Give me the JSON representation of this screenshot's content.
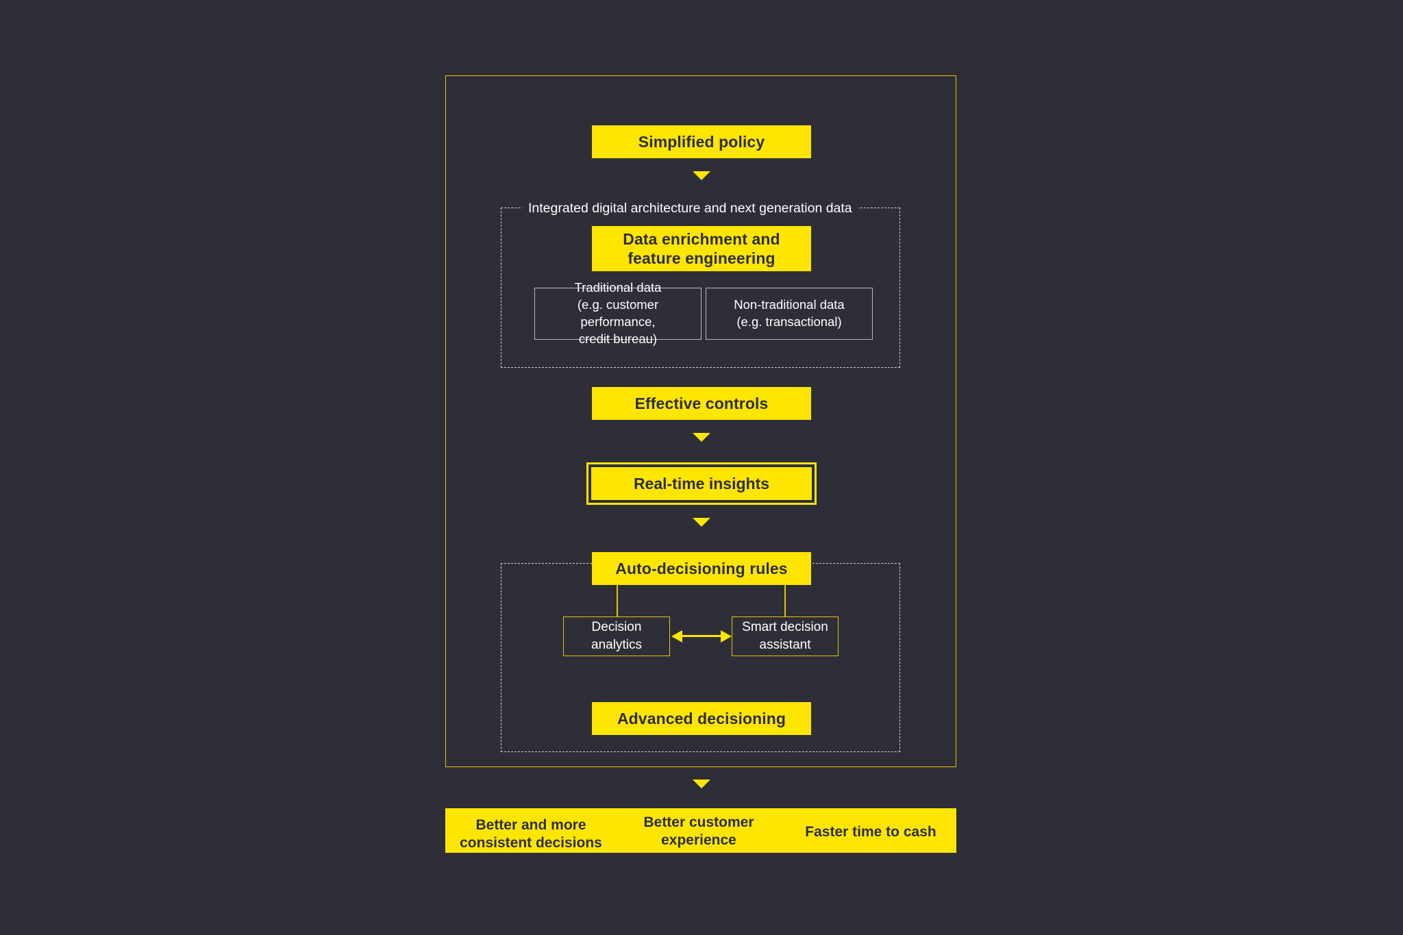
{
  "theme": {
    "background": "#2e2e38",
    "accent_yellow": "#ffe600",
    "frame_yellow": "#e3c700",
    "dashed_grey": "#d4d4dc",
    "box_border_grey": "#b9b9c4",
    "text_light": "#ffffff",
    "text_dark": "#2e2e38"
  },
  "flow": {
    "step_policy": "Simplified policy",
    "group_architecture_label": "Integrated digital architecture and next generation data",
    "step_data_enrichment": "Data enrichment and\nfeature engineering",
    "data_sources": [
      {
        "name": "traditional-data",
        "label": "Traditional data\n(e.g. customer performance,\ncredit bureau)"
      },
      {
        "name": "non-traditional-data",
        "label": "Non-traditional data\n(e.g. transactional)"
      }
    ],
    "step_controls": "Effective controls",
    "step_realtime_insights": "Real-time insights",
    "step_auto_decisioning": "Auto-decisioning rules",
    "decision_children": [
      {
        "name": "decision-analytics",
        "label": "Decision\nanalytics"
      },
      {
        "name": "smart-decision-assistant",
        "label": "Smart decision\nassistant"
      }
    ],
    "step_advanced_decisioning": "Advanced decisioning"
  },
  "outcomes": [
    "Better and more\nconsistent decisions",
    "Better customer\nexperience",
    "Faster time to cash"
  ]
}
